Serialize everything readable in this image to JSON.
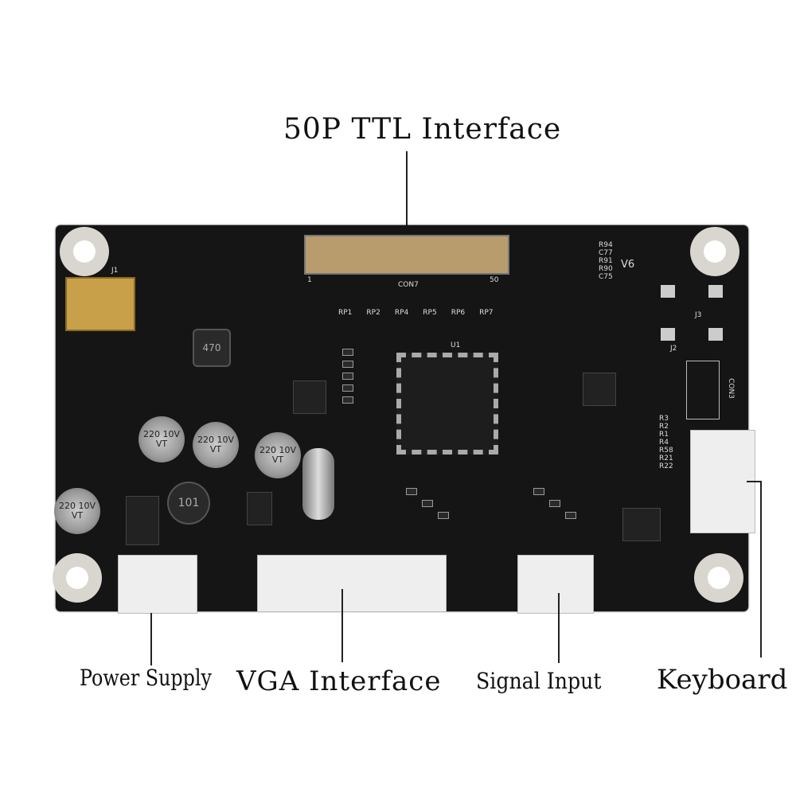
{
  "labels": {
    "ttl": "50P TTL Interface",
    "power": "Power Supply",
    "vga": "VGA Interface",
    "signal": "Signal Input",
    "keyboard": "Keyboard"
  },
  "board": {
    "version": "V6",
    "con7": "CON7",
    "con3": "CON3",
    "j1": "J1",
    "j2": "J2",
    "j3": "J3",
    "u1": "U1",
    "pin1": "1",
    "pin50": "50",
    "cap_marking": "220 10V VT",
    "inductor_marking": "101",
    "inductor2_marking": "470",
    "rp": [
      "RP1",
      "RP2",
      "RP4",
      "RP5",
      "RP6",
      "RP7"
    ],
    "resistors_right": [
      "R3",
      "R2",
      "R1",
      "R4",
      "R58",
      "R21",
      "R22"
    ],
    "resistors_top": [
      "R94",
      "C77",
      "R91",
      "R90",
      "C75"
    ]
  },
  "colors": {
    "board": "#151515",
    "silkscreen": "#dddddd",
    "background": "#ffffff"
  }
}
